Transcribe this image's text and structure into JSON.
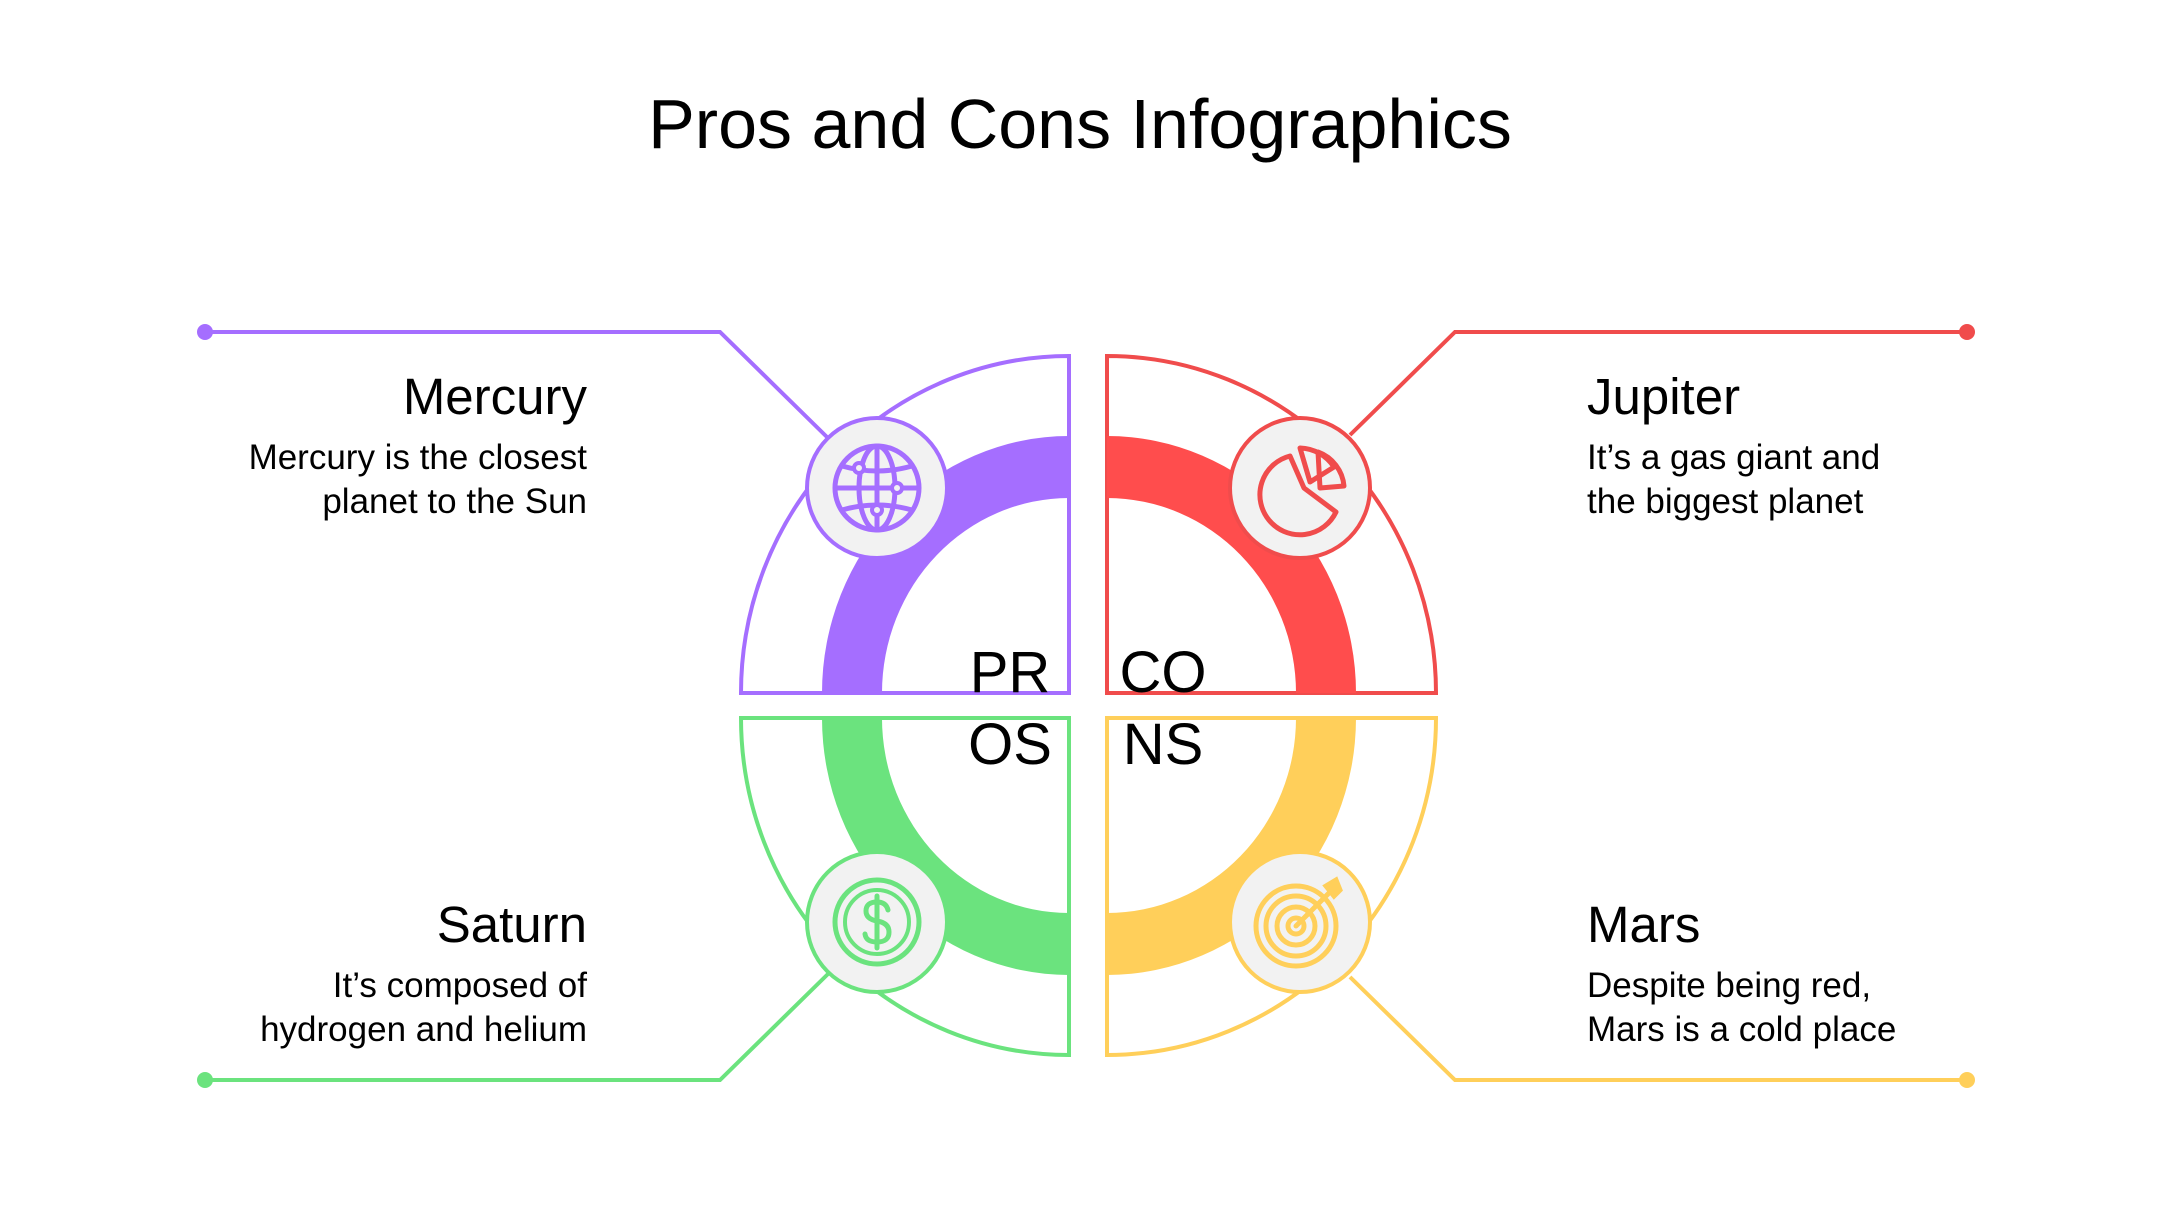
{
  "title": "Pros and Cons Infographics",
  "center": {
    "pros": [
      "PR",
      "OS"
    ],
    "cons": [
      "CO",
      "NS"
    ]
  },
  "colors": {
    "purple": "#A56EFF",
    "red": "#FF4D4D",
    "green": "#6BE37E",
    "yellow": "#FFCF5A",
    "icon_bg": "#F2F2F2"
  },
  "items": [
    {
      "title": "Mercury",
      "desc": [
        "Mercury is the closest",
        "planet to the Sun"
      ],
      "icon": "globe-icon"
    },
    {
      "title": "Jupiter",
      "desc": [
        "It’s a gas giant and",
        "the biggest planet"
      ],
      "icon": "pie-chart-icon"
    },
    {
      "title": "Saturn",
      "desc": [
        "It’s composed of",
        "hydrogen and helium"
      ],
      "icon": "dollar-coin-icon"
    },
    {
      "title": "Mars",
      "desc": [
        "Despite being red,",
        "Mars is a cold place"
      ],
      "icon": "target-icon"
    }
  ]
}
